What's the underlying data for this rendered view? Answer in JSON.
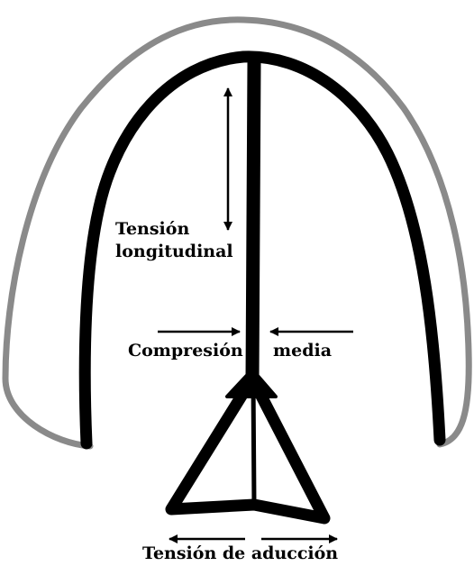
{
  "labels": {
    "tension_longitudinal_1": "Tensión",
    "tension_longitudinal_2": "longitudinal",
    "compresion": "Compresión",
    "media": "media",
    "tension_aduccion": "Tensión de aducción"
  },
  "colors": {
    "outline": "#8a8a8a",
    "structure": "#000000",
    "background": "#ffffff"
  }
}
